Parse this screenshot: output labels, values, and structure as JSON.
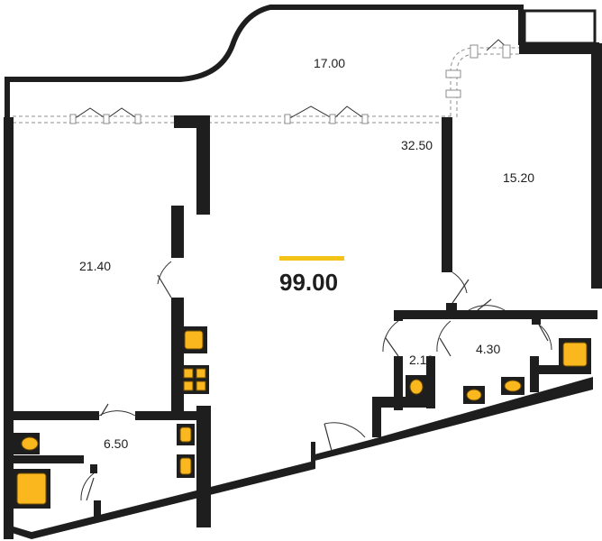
{
  "plan": {
    "total_area": "99.00",
    "accent_color": "#f3c318",
    "fixture_color": "#fbb81e",
    "rooms": {
      "balcony": "17.00",
      "living": "32.50",
      "bedroom_right": "15.20",
      "bedroom_left": "21.40",
      "wc_small": "2.10",
      "bath_right": "4.30",
      "bath_left": "6.50"
    }
  }
}
